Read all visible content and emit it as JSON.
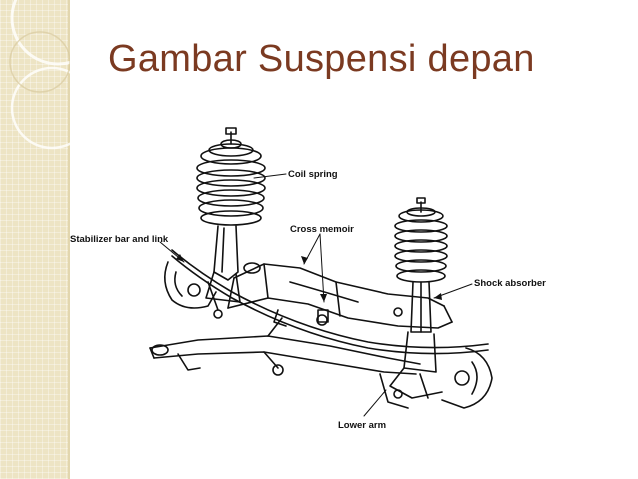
{
  "title": "Gambar Suspensi depan",
  "labels": {
    "coil_spring": "Coil spring",
    "cross_member": "Cross memoir",
    "stabilizer": "Stabilizer bar and link",
    "shock_absorber": "Shock absorber",
    "lower_arm": "Lower arm"
  },
  "colors": {
    "title": "#7b3a21",
    "strip": "#ede4c4"
  }
}
